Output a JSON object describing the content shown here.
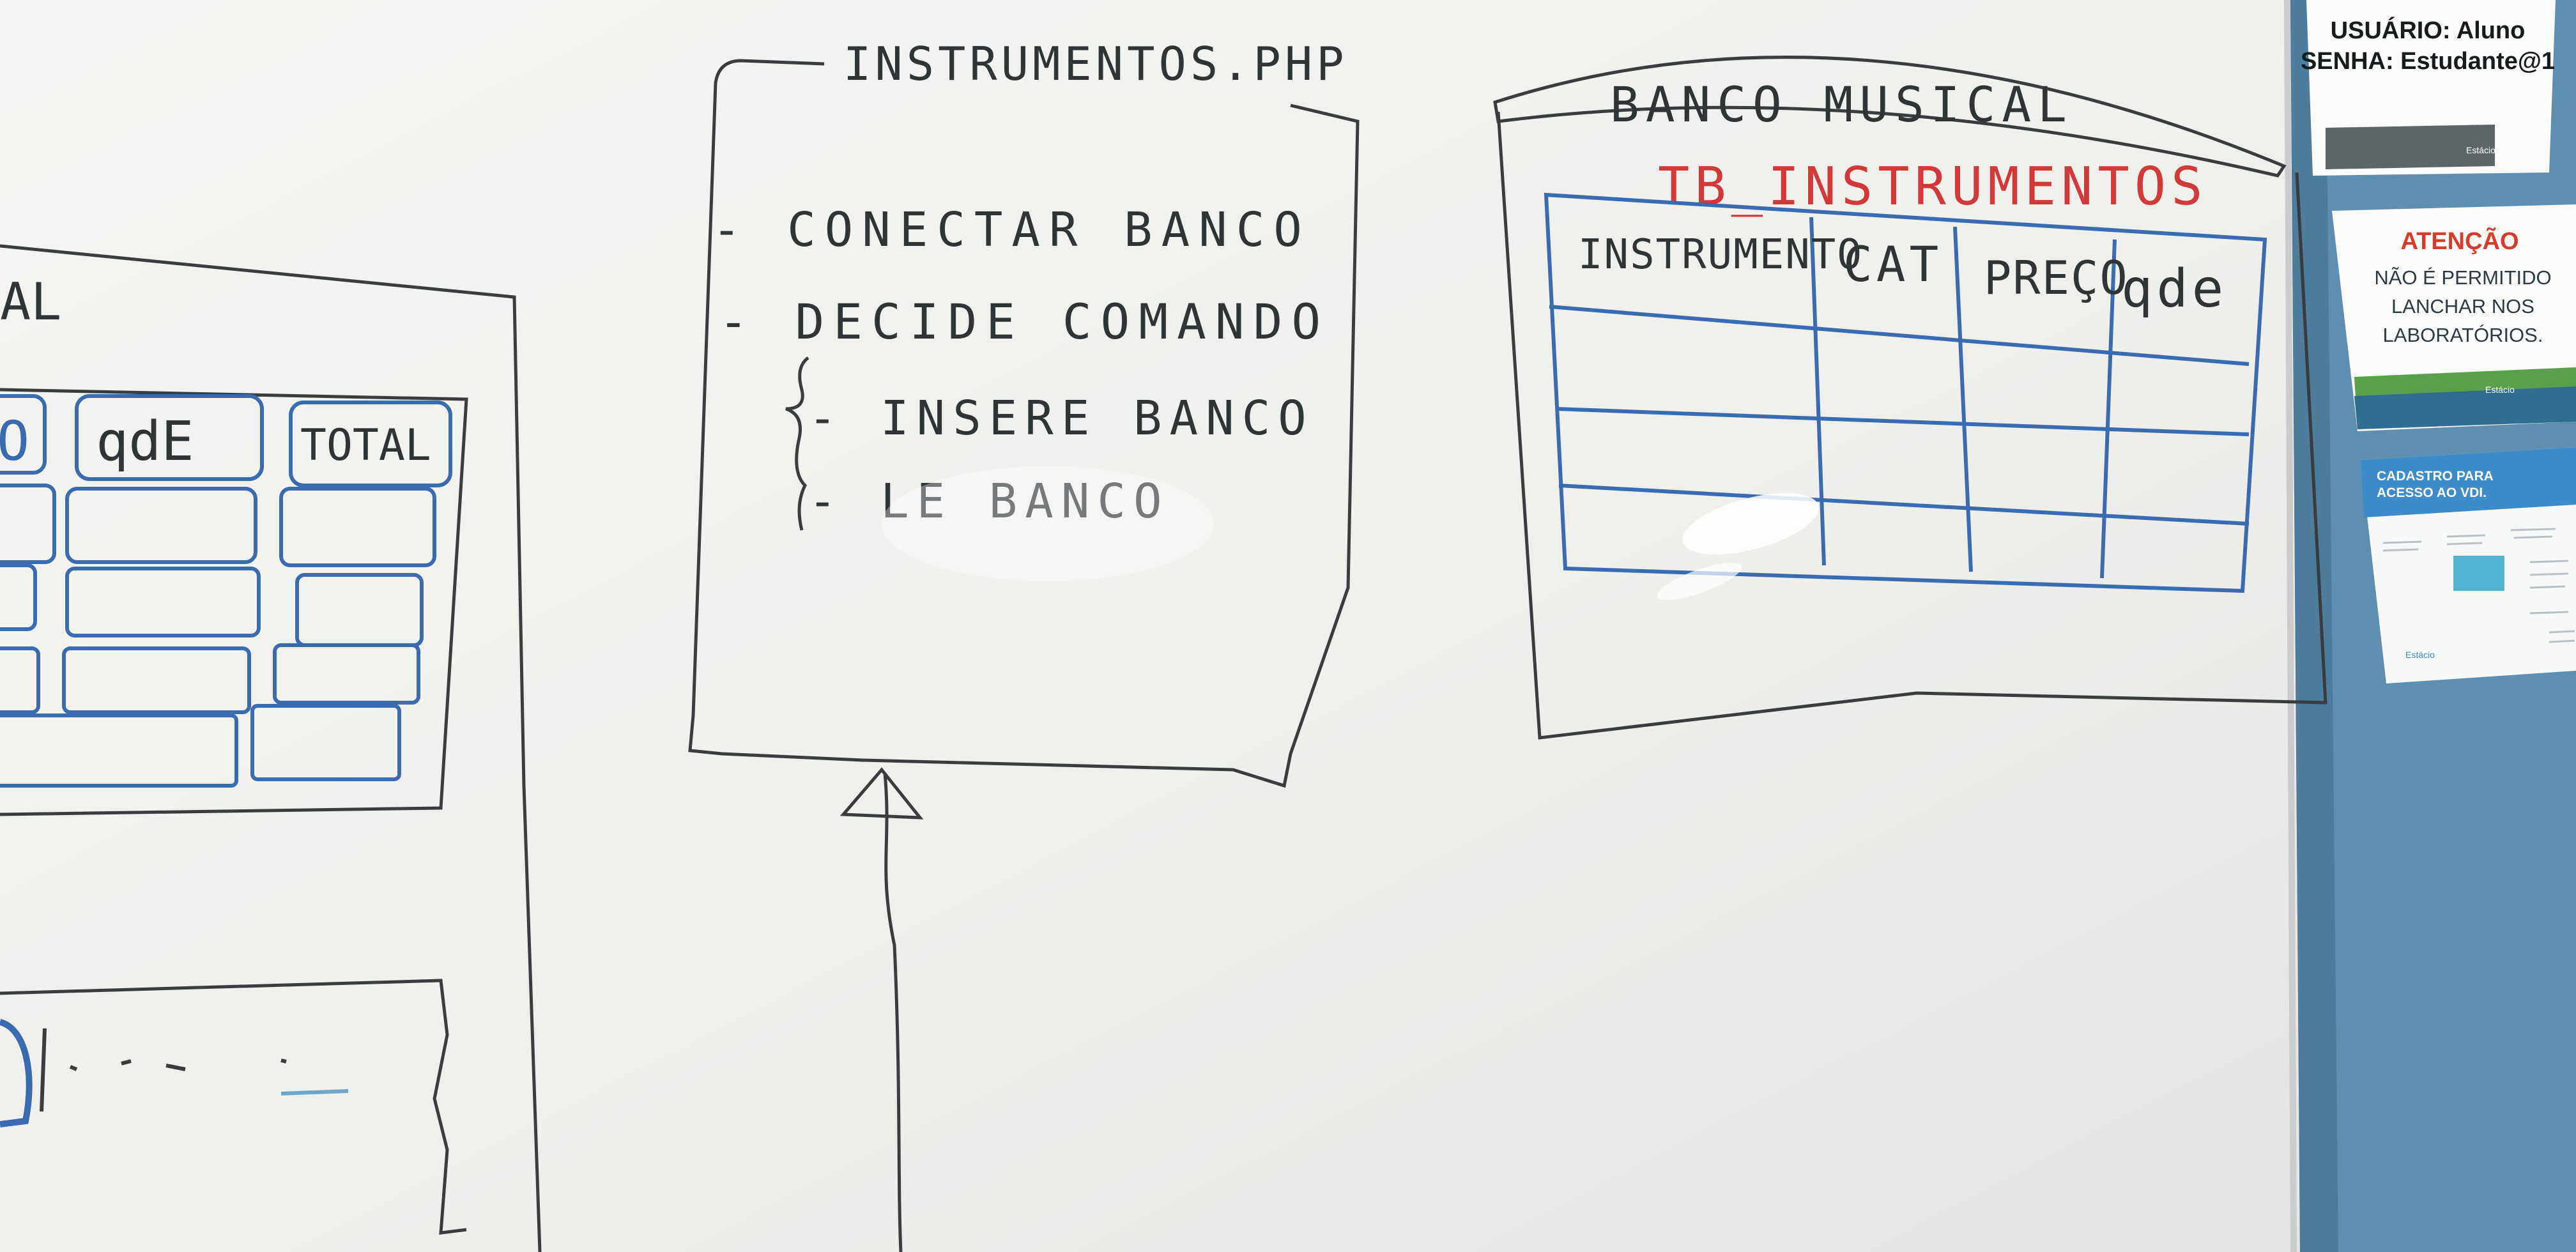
{
  "scene": {
    "description_colors": {
      "whiteboard": "#f2f1ee",
      "marker_black": "#2f3436",
      "marker_blue": "#3a6ab0",
      "marker_red": "#d23a3a",
      "wall_blue": "#5f8fb0"
    }
  },
  "left_sketch": {
    "partial_title": "AL",
    "partial_col": "O",
    "qde": "qdE",
    "total": "TOTAL"
  },
  "instrumentos": {
    "title": "INSTRUMENTOS.PHP",
    "items": [
      "- CONECTAR BANCO",
      "- DECIDE COMANDO",
      "- INSERE BANCO",
      "- LE BANCO"
    ]
  },
  "banco": {
    "title": "BANCO MUSICAL",
    "table_name": "TB_INSTRUMENTOS",
    "headers": [
      "INSTRUMENTO",
      "CAT",
      "PREÇO",
      "qde"
    ]
  },
  "notice_login": {
    "line1": "USUÁRIO: Aluno",
    "line2": "SENHA: Estudante@1",
    "logo": "Estácio"
  },
  "notice_warning": {
    "title": "ATENÇÃO",
    "body": [
      "NÃO É PERMITIDO",
      "LANCHAR NOS",
      "LABORATÓRIOS."
    ],
    "logo": "Estácio"
  },
  "notice_vdi": {
    "title": [
      "CADASTRO PARA",
      "ACESSO AO VDI."
    ],
    "logo": "Estácio"
  }
}
